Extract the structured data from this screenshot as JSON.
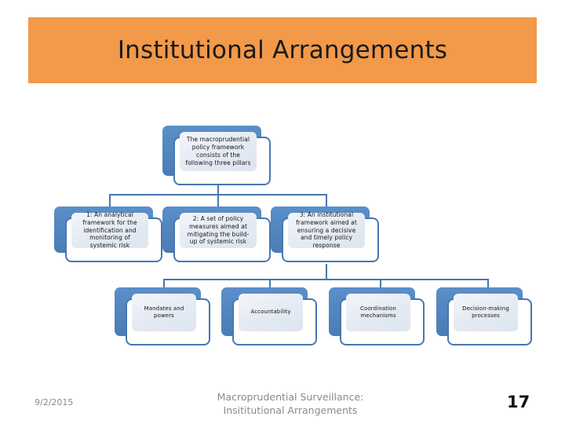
{
  "slide": {
    "title": "Institutional Arrangements",
    "banner_color": "#F2994A",
    "accent_color": "#4777b0"
  },
  "diagram": {
    "type": "hierarchy",
    "root": {
      "id": "root",
      "text": "The macroprudential policy framework consists of the following three pillars"
    },
    "pillars": [
      {
        "id": "pillar-1",
        "text": "1: An analytical framework for the identification and monitoring of systemic risk"
      },
      {
        "id": "pillar-2",
        "text": "2: A set of policy measures aimed at mitigating the build-up of systemic risk"
      },
      {
        "id": "pillar-3",
        "text": "3: An institutional framework aimed at ensuring a decisive and timely policy response"
      }
    ],
    "subitems": [
      {
        "id": "sub-1",
        "text": "Mandates and powers"
      },
      {
        "id": "sub-2",
        "text": "Accountability"
      },
      {
        "id": "sub-3",
        "text": "Coordination mechanisms"
      },
      {
        "id": "sub-4",
        "text": "Decision-making processes"
      }
    ]
  },
  "footer": {
    "date": "9/2/2015",
    "title_line1": "Macroprudential Surveillance:",
    "title_line2": "Insititutional Arrangements",
    "page_number": "17"
  }
}
